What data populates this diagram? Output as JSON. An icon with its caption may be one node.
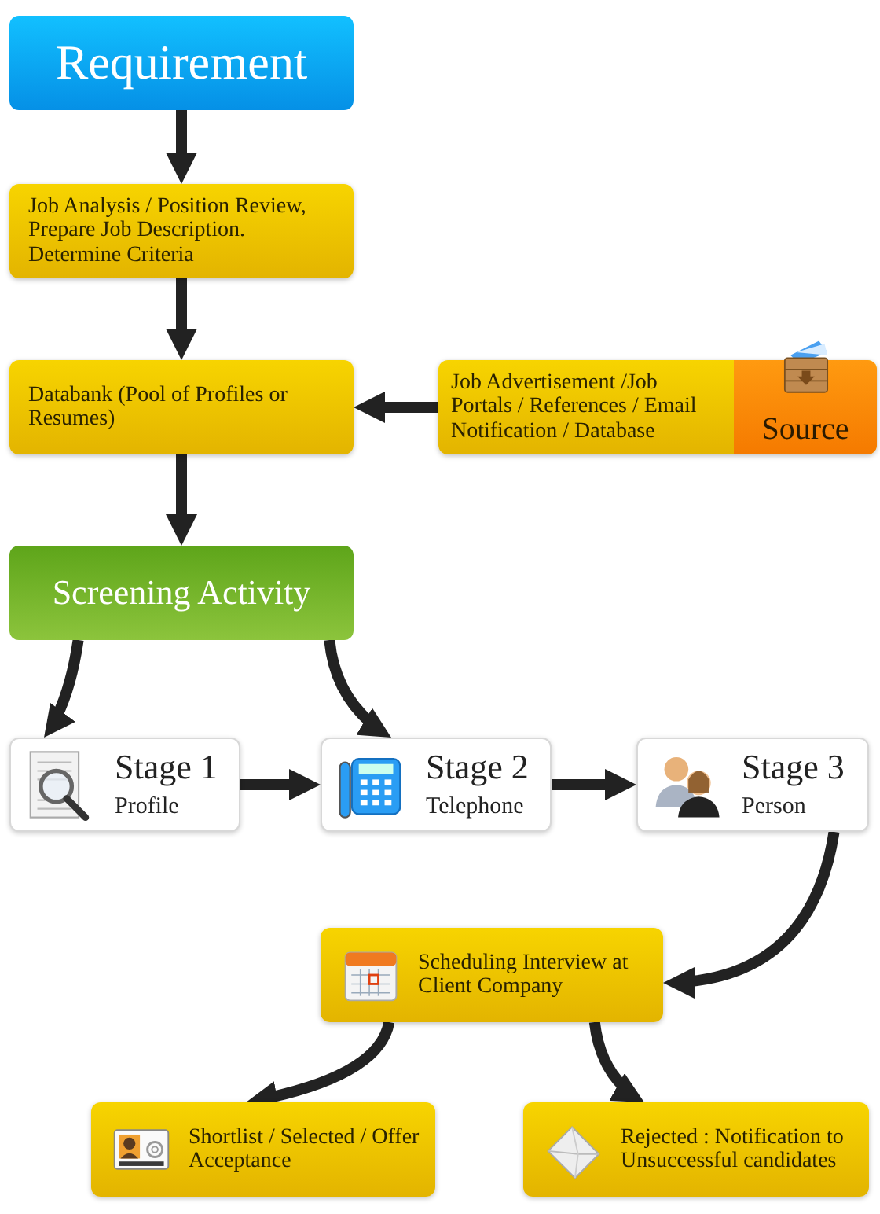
{
  "diagram": {
    "nodes": [
      {
        "text": [
          "Requirement"
        ]
      },
      {
        "text": [
          "Job Analysis / Position Review, Prepare Job Description. Determine Criteria"
        ]
      },
      {
        "text": [
          "Databank (Pool of Profiles or Resumes)"
        ]
      },
      {
        "text": [
          "Job Advertisement /Job Portals / References / Email Notification / Database",
          "Source"
        ]
      },
      {
        "text": [
          "Screening Activity"
        ]
      },
      {
        "text": [
          "Stage 1",
          "Profile"
        ]
      },
      {
        "text": [
          "Stage 2",
          "Telephone"
        ]
      },
      {
        "text": [
          "Stage 3",
          "Person"
        ]
      },
      {
        "text": [
          "Scheduling Interview at Client Company"
        ]
      },
      {
        "text": [
          "Shortlist / Selected / Offer Acceptance"
        ]
      },
      {
        "text": [
          "Rejected : Notification to Unsuccessful candidates"
        ]
      }
    ],
    "edges": [
      {
        "from": 0,
        "to": 1,
        "arrow": "to"
      },
      {
        "from": 1,
        "to": 2,
        "arrow": "to"
      },
      {
        "from": 3,
        "to": 2,
        "arrow": "to"
      },
      {
        "from": 2,
        "to": 4,
        "arrow": "to"
      },
      {
        "from": 4,
        "to": 5,
        "arrow": "to"
      },
      {
        "from": 4,
        "to": 6,
        "arrow": "to"
      },
      {
        "from": 5,
        "to": 6,
        "arrow": "to"
      },
      {
        "from": 6,
        "to": 7,
        "arrow": "to"
      },
      {
        "from": 7,
        "to": 8,
        "arrow": "to"
      },
      {
        "from": 8,
        "to": 9,
        "arrow": "to"
      },
      {
        "from": 8,
        "to": 10,
        "arrow": "to"
      }
    ]
  }
}
